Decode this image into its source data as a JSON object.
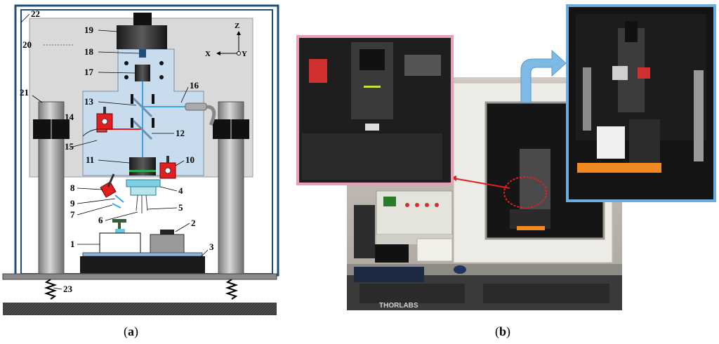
{
  "captions": {
    "a_open": "(",
    "a_letter": "a",
    "a_close": ")",
    "b_open": "(",
    "b_letter": "b",
    "b_close": ")"
  },
  "labels": {
    "n1": "1",
    "n2": "2",
    "n3": "3",
    "n4": "4",
    "n5": "5",
    "n6": "6",
    "n7": "7",
    "n8": "8",
    "n9": "9",
    "n10": "10",
    "n11": "11",
    "n12": "12",
    "n13": "13",
    "n14": "14",
    "n15": "15",
    "n16": "16",
    "n17": "17",
    "n18": "18",
    "n19": "19",
    "n20": "20",
    "n21": "21",
    "n22": "22",
    "n23": "23"
  },
  "axes": {
    "z": "Z",
    "x": "X",
    "y": "Y"
  },
  "photo": {
    "brand": "THORLABS"
  },
  "colors": {
    "frame": "#1f4e79",
    "grey_panel": "#d9d9d9",
    "blue_panel": "#c9dced",
    "column": "#9a9a9a",
    "red_stage": "#e02020",
    "inset1_border": "#e8a0b8",
    "inset2_border": "#6aaee0",
    "callout": "#7fb9e6"
  }
}
